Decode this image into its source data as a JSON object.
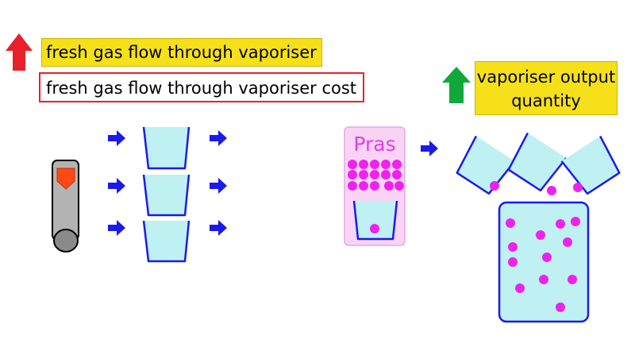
{
  "labels": {
    "fresh_gas_flow": "fresh gas flow through vaporiser",
    "fresh_gas_flow_cost": "fresh gas flow through vaporiser cost",
    "vaporiser_output_line1": "vaporiser output",
    "vaporiser_output_line2": "quantity",
    "pras": "Pras"
  },
  "colors": {
    "up_arrow_red": "#e8202a",
    "up_arrow_green": "#11a83a",
    "flow_arrow_blue": "#1a1aee",
    "cup_fill": "#bff0f2",
    "cup_stroke": "#1a1aee",
    "dot_magenta": "#ee22ee",
    "pras_box": "#f9d3f4",
    "label_yellow": "#f5e01a"
  },
  "icons": [
    "up-arrow-red-icon",
    "up-arrow-green-icon",
    "flow-arrow-icon",
    "vaporiser-cylinder-icon"
  ]
}
